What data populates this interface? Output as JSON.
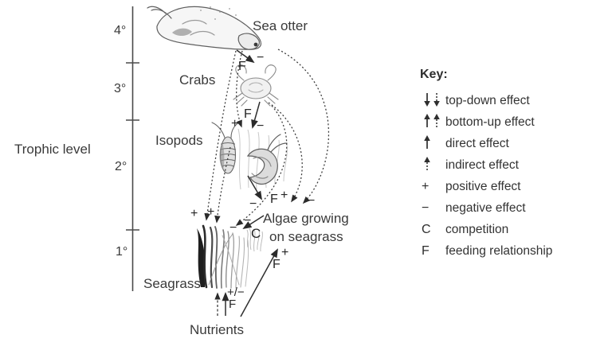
{
  "figure": {
    "axis": {
      "title": "Trophic level",
      "ticks": [
        "4°",
        "3°",
        "2°",
        "1°"
      ]
    },
    "nodes": {
      "sea_otter": "Sea otter",
      "crabs": "Crabs",
      "isopods": "Isopods",
      "seagrass": "Seagrass",
      "algae_line1": "Algae growing",
      "algae_line2": "on seagrass",
      "nutrients": "Nutrients"
    },
    "relationships": [
      {
        "from": "Sea otter",
        "to": "Crabs",
        "arrow": "solid",
        "f": "F",
        "sign": "−"
      },
      {
        "from": "Crabs",
        "to": "Isopods",
        "arrow": "solid",
        "f": "F",
        "sign": "−"
      },
      {
        "from": "Sea otter",
        "to": "Isopods",
        "arrow": "dotted",
        "sign": "+"
      },
      {
        "from": "Isopods",
        "to": "Algae",
        "arrow": "solid",
        "f": "F",
        "sign": "−"
      },
      {
        "from": "Crabs",
        "to": "Algae",
        "arrow": "dotted",
        "sign": "+"
      },
      {
        "from": "Sea otter",
        "to": "Algae",
        "arrow": "dotted",
        "sign": "−"
      },
      {
        "from": "Sea otter",
        "to": "Seagrass",
        "arrow": "dotted",
        "sign": "+"
      },
      {
        "from": "Isopods",
        "to": "Seagrass",
        "arrow": "dotted",
        "sign": "+"
      },
      {
        "from": "Crabs",
        "to": "Seagrass",
        "arrow": "dotted",
        "sign": "−"
      },
      {
        "from": "Algae",
        "to": "Seagrass",
        "arrow": "solid",
        "c": "C",
        "sign": "−"
      },
      {
        "from": "Nutrients",
        "to": "Seagrass",
        "arrow": "solid",
        "f": "F",
        "sign": "+/−"
      },
      {
        "from": "Nutrients",
        "to": "Seagrass",
        "arrow": "dashed"
      },
      {
        "from": "Nutrients",
        "to": "Algae",
        "arrow": "solid",
        "f": "F",
        "sign": "+"
      }
    ],
    "key": {
      "title": "Key:",
      "items": [
        {
          "icon": "down-arrows-solid-dashed",
          "label": "top-down effect"
        },
        {
          "icon": "up-arrows-solid-dashed",
          "label": "bottom-up effect"
        },
        {
          "icon": "up-arrow-solid",
          "label": "direct effect"
        },
        {
          "icon": "up-arrow-dashed",
          "label": "indirect effect"
        },
        {
          "symbol": "+",
          "label": "positive effect"
        },
        {
          "symbol": "−",
          "label": "negative effect"
        },
        {
          "symbol": "C",
          "label": "competition"
        },
        {
          "symbol": "F",
          "label": "feeding relationship"
        }
      ]
    }
  }
}
